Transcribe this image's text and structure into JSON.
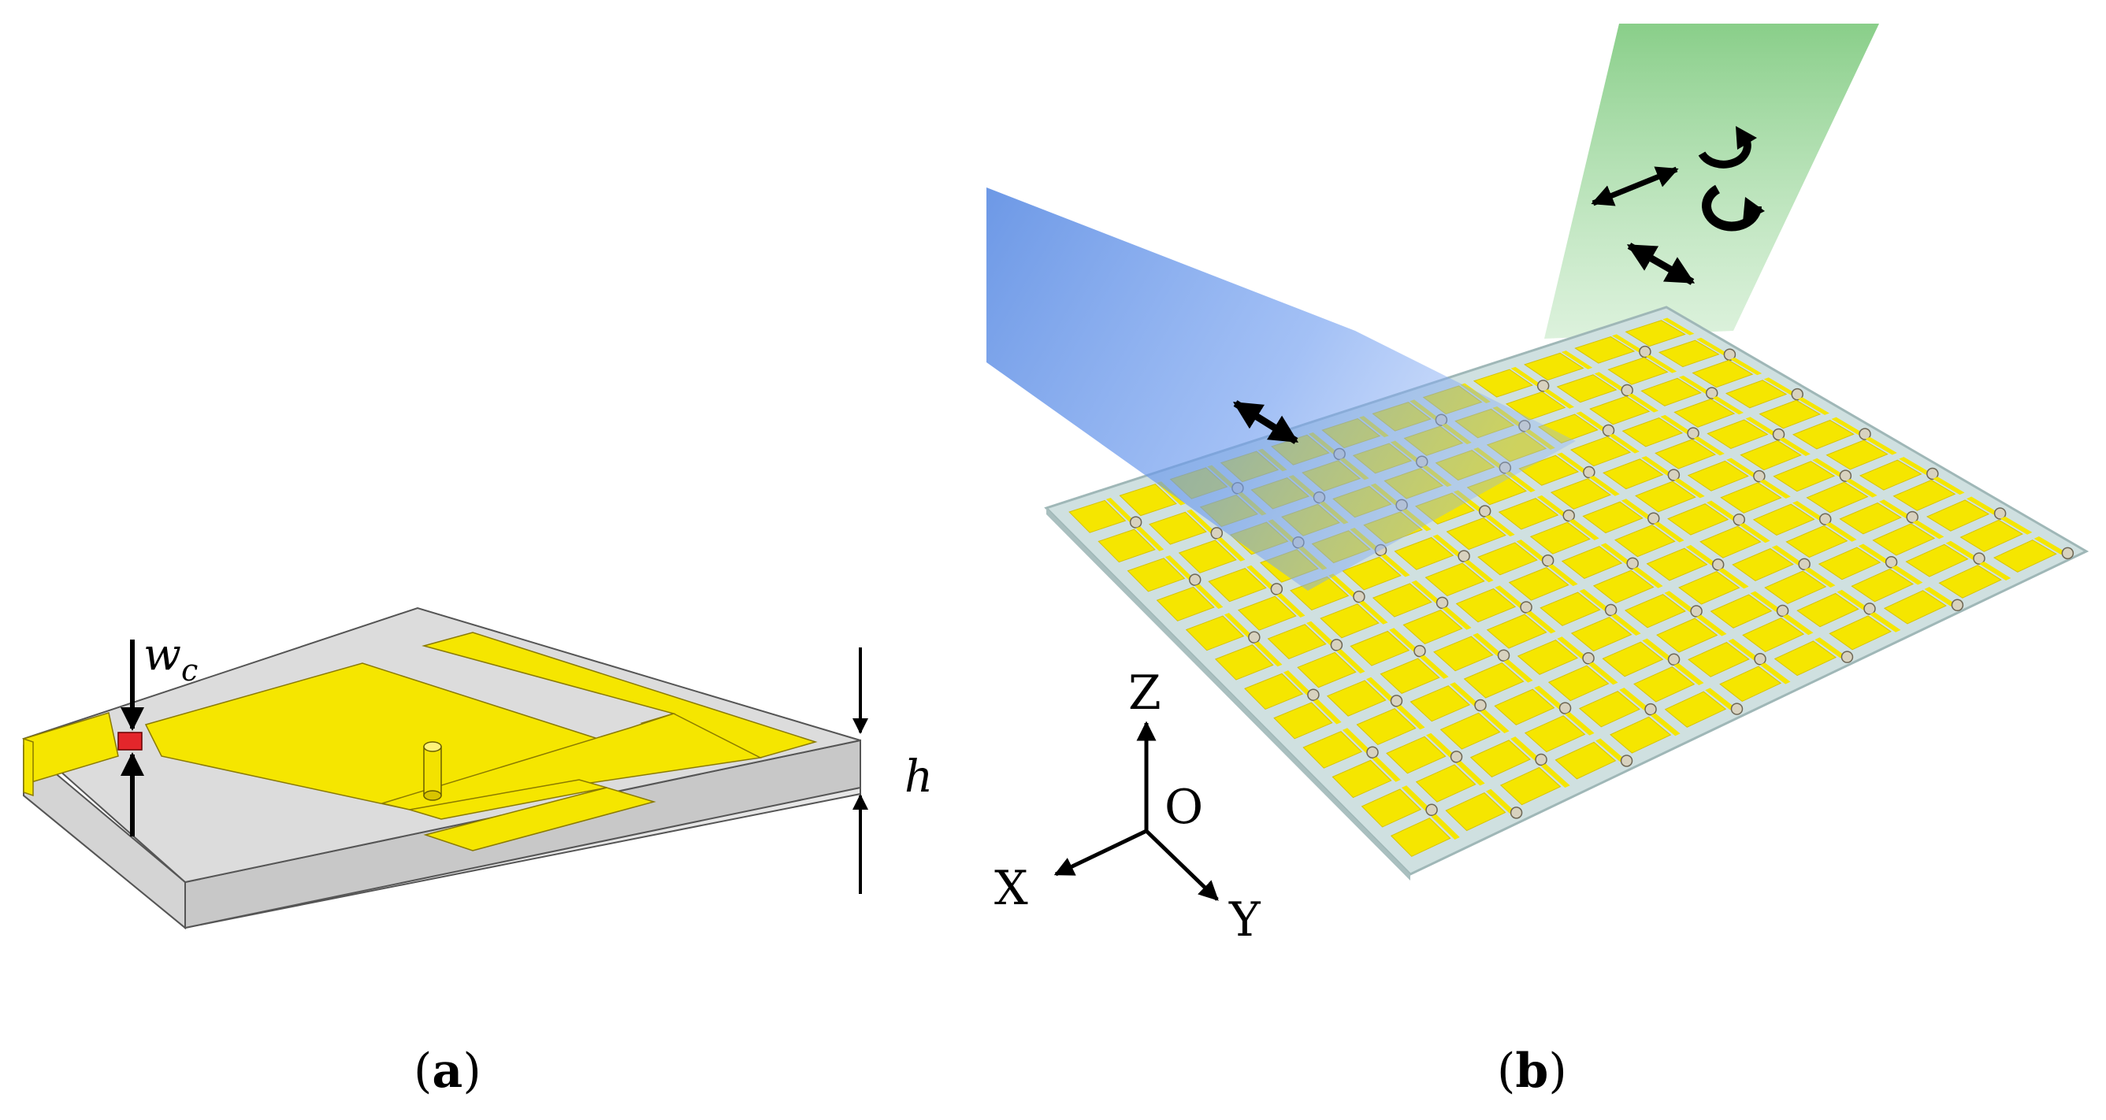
{
  "panel_a": {
    "caption": {
      "open": "(",
      "letter": "a",
      "close": ")"
    },
    "dimension_w": {
      "base": "w",
      "sub": "c"
    },
    "dimension_h": "h"
  },
  "panel_b": {
    "caption": {
      "open": "(",
      "letter": "b",
      "close": ")"
    },
    "axes": {
      "z": "Z",
      "origin": "O",
      "x": "X",
      "y": "Y"
    }
  },
  "colors": {
    "gold": "#f5e600",
    "gold_dark": "#d8c400",
    "substrate_top": "#d9d9d9",
    "substrate_side": "#c4c4c4",
    "substrate_front": "#e8e8e8",
    "chip": "#e3262b",
    "blue_beam": "#5a8fe6",
    "green_beam": "#8fd08f"
  },
  "icons": {
    "incident_polarization": "double-arrow-icon",
    "reflected_linear_1": "double-arrow-icon",
    "reflected_linear_2": "double-arrow-icon",
    "reflected_circular_1": "circular-arrow-icon",
    "reflected_circular_2": "circular-arrow-icon"
  }
}
